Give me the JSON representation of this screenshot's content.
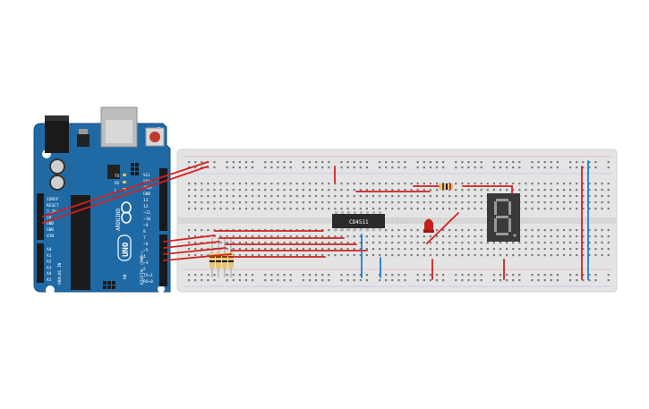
{
  "arduino": {
    "model": "UNO",
    "brand": "ARDUINO",
    "power_labels": [
      "IOREF",
      "RESET",
      "3.3V",
      "5V",
      "GND",
      "GND",
      "VIN"
    ],
    "analog_labels": [
      "A0",
      "A1",
      "A2",
      "A3",
      "A4",
      "A5"
    ],
    "analog_header": "ANALOG IN",
    "digital_labels": [
      "SCL",
      "SDA",
      "AREF",
      "GND",
      "13",
      "12",
      "~11",
      "~10",
      "~9",
      "8",
      "7",
      "~6",
      "~5",
      "4",
      "~3",
      "2",
      "TX→1",
      "RX←0"
    ],
    "digital_header": "DIGITAL (PWM~)",
    "led_labels": [
      "TX",
      "RX",
      "L"
    ],
    "on_label": "ON"
  },
  "ic": {
    "label": "CD4511"
  },
  "breadboard": {
    "watermark": "CIRCUITS"
  },
  "colors": {
    "arduino_board": "#1f6aa5",
    "breadboard": "#e4e4e4",
    "wire_red": "#d42020",
    "wire_blue": "#1a7fd4",
    "ic_body": "#2b2b2b",
    "seg_display": "#3a3a3a",
    "seg_lit": "#9a9a9a",
    "led_red": "#c81e1e",
    "resistor": "#e2c77a"
  }
}
